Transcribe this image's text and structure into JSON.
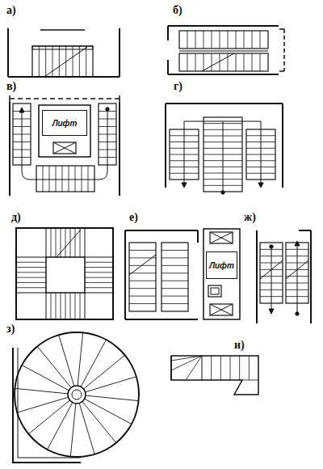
{
  "diagram": {
    "nodes": [
      {
        "text": [
          "Лифт"
        ]
      },
      {
        "text": [
          "Лифт"
        ]
      }
    ],
    "labels": [
      "а)",
      "б)",
      "в)",
      "г)",
      "д)",
      "е)",
      "ж)",
      "з)",
      "и)"
    ]
  }
}
